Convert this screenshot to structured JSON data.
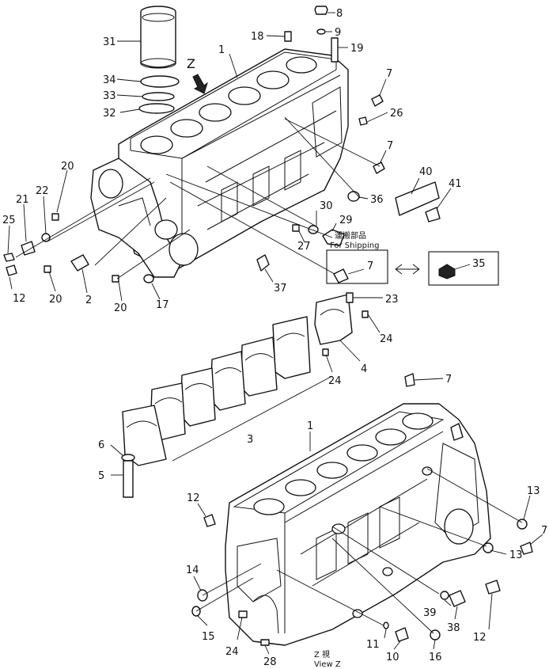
{
  "callouts": [
    {
      "id": "c8",
      "text": "8"
    },
    {
      "id": "c9",
      "text": "9"
    },
    {
      "id": "c18",
      "text": "18"
    },
    {
      "id": "c19",
      "text": "19"
    },
    {
      "id": "c31",
      "text": "31"
    },
    {
      "id": "c1a",
      "text": "1"
    },
    {
      "id": "c34",
      "text": "34"
    },
    {
      "id": "c33",
      "text": "33"
    },
    {
      "id": "c32",
      "text": "32"
    },
    {
      "id": "c7a",
      "text": "7"
    },
    {
      "id": "c26",
      "text": "26"
    },
    {
      "id": "c7b",
      "text": "7"
    },
    {
      "id": "c20a",
      "text": "20"
    },
    {
      "id": "c22",
      "text": "22"
    },
    {
      "id": "c21",
      "text": "21"
    },
    {
      "id": "c25",
      "text": "25"
    },
    {
      "id": "c40",
      "text": "40"
    },
    {
      "id": "c41",
      "text": "41"
    },
    {
      "id": "c36",
      "text": "36"
    },
    {
      "id": "c30",
      "text": "30"
    },
    {
      "id": "c29",
      "text": "29"
    },
    {
      "id": "c27",
      "text": "27"
    },
    {
      "id": "c7c",
      "text": "7"
    },
    {
      "id": "c35",
      "text": "35"
    },
    {
      "id": "c12a",
      "text": "12"
    },
    {
      "id": "c20b",
      "text": "20"
    },
    {
      "id": "c2",
      "text": "2"
    },
    {
      "id": "c20c",
      "text": "20"
    },
    {
      "id": "c17",
      "text": "17"
    },
    {
      "id": "c37",
      "text": "37"
    },
    {
      "id": "c23",
      "text": "23"
    },
    {
      "id": "c24a",
      "text": "24"
    },
    {
      "id": "c4",
      "text": "4"
    },
    {
      "id": "c24b",
      "text": "24"
    },
    {
      "id": "c7d",
      "text": "7"
    },
    {
      "id": "c3",
      "text": "3"
    },
    {
      "id": "c6",
      "text": "6"
    },
    {
      "id": "c5",
      "text": "5"
    },
    {
      "id": "c1b",
      "text": "1"
    },
    {
      "id": "c12b",
      "text": "12"
    },
    {
      "id": "c13a",
      "text": "13"
    },
    {
      "id": "c7e",
      "text": "7"
    },
    {
      "id": "c13b",
      "text": "13"
    },
    {
      "id": "c14",
      "text": "14"
    },
    {
      "id": "c15",
      "text": "15"
    },
    {
      "id": "c24c",
      "text": "24"
    },
    {
      "id": "c39",
      "text": "39"
    },
    {
      "id": "c38",
      "text": "38"
    },
    {
      "id": "c12c",
      "text": "12"
    },
    {
      "id": "c11",
      "text": "11"
    },
    {
      "id": "c10",
      "text": "10"
    },
    {
      "id": "c16",
      "text": "16"
    },
    {
      "id": "c28",
      "text": "28"
    }
  ],
  "view_arrow_label": "Z",
  "shipping_note_jp": "運搬部品",
  "shipping_note_en": "For Shipping",
  "view_caption_top": "Z  視",
  "view_caption_bottom": "View  Z"
}
